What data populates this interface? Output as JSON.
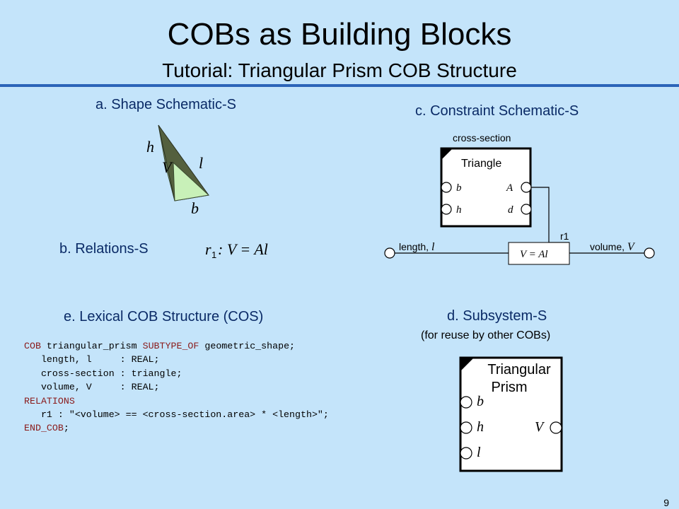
{
  "slide": {
    "title": "COBs as Building Blocks",
    "subtitle": "Tutorial: Triangular Prism COB Structure",
    "page_number": "9"
  },
  "section_a": {
    "label": "a. Shape Schematic-S",
    "h": "h",
    "V": "V",
    "l": "l",
    "b": "b"
  },
  "section_b": {
    "label": "b. Relations-S",
    "relation_name": "r",
    "relation_sub": "1",
    "relation_expr": ": V = Al"
  },
  "section_c": {
    "label": "c. Constraint Schematic-S",
    "cross_section_label": "cross-section",
    "box_title": "Triangle",
    "port_b": "b",
    "port_h": "h",
    "port_A": "A",
    "port_d": "d",
    "r1_label": "r1",
    "relation_box": "V = Al",
    "length_label": "length, ",
    "length_var": "l",
    "volume_label": "volume, ",
    "volume_var": "V"
  },
  "section_d": {
    "label": "d. Subsystem-S",
    "note": "(for reuse by other COBs)",
    "box_title_1": "Triangular",
    "box_title_2": "Prism",
    "port_b": "b",
    "port_h": "h",
    "port_l": "l",
    "port_V": "V"
  },
  "section_e": {
    "label": "e. Lexical COB Structure (COS)",
    "code": {
      "l1_kw1": "COB",
      "l1_text": " triangular_prism ",
      "l1_kw2": "SUBTYPE_OF",
      "l1_text2": " geometric_shape;",
      "l2": "   length, l     : REAL;",
      "l3": "   cross-section : triangle;",
      "l4": "   volume, V     : REAL;",
      "l5_kw": "RELATIONS",
      "l6": "   r1 : \"<volume> == <cross-section.area> * <length>\";",
      "l7_kw": "END_COB",
      "l7_text": ";"
    }
  },
  "colors": {
    "background": "#c4e4fa",
    "rule": "#2c64b8",
    "section_label": "#0a2a66",
    "keyword": "#8a1a1a",
    "prism_dark": "#4a5a40",
    "prism_mid": "#6e8a5e",
    "prism_light": "#c8f0b8"
  }
}
